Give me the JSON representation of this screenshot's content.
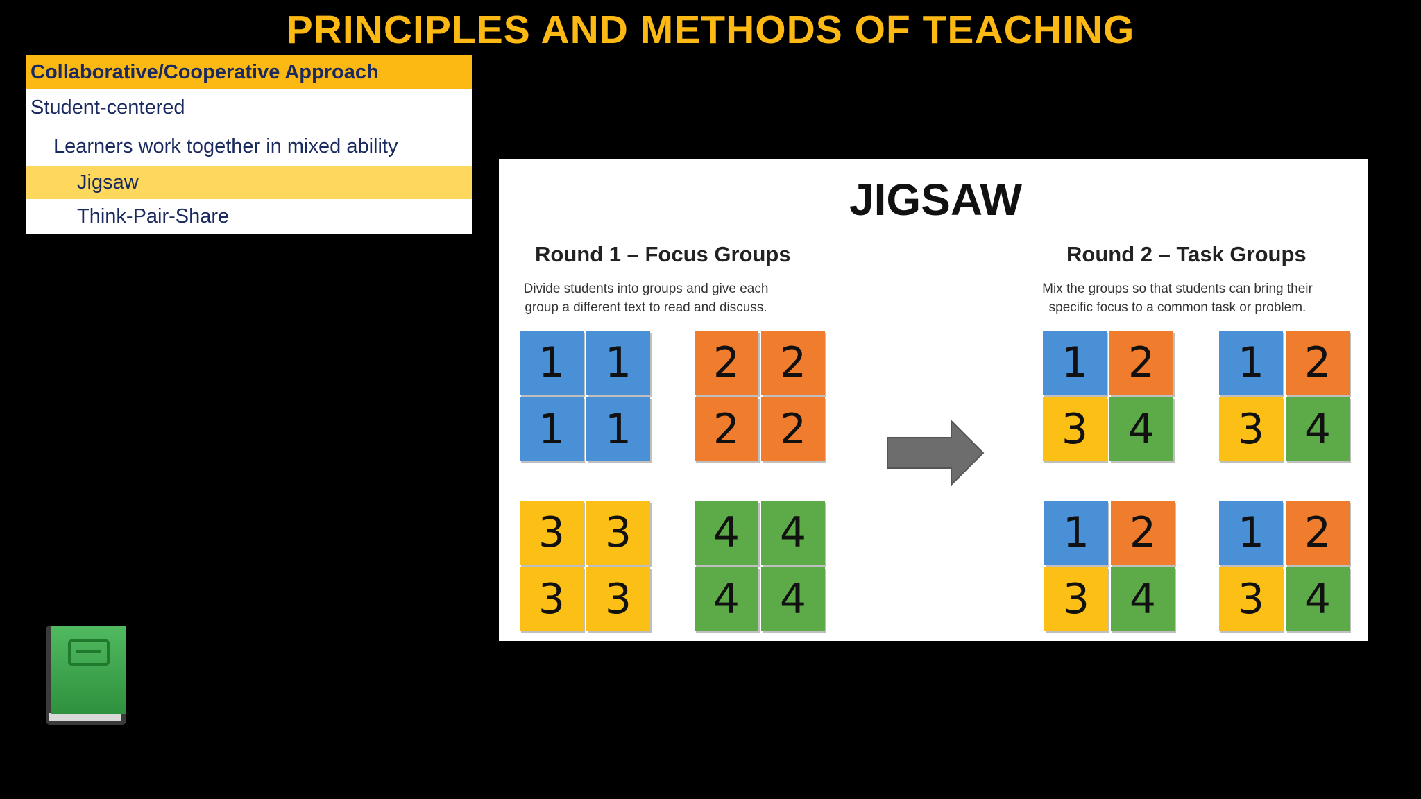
{
  "slide": {
    "title": "PRINCIPLES AND METHODS OF TEACHING"
  },
  "outline": {
    "header": "Collaborative/Cooperative Approach",
    "level1": "Student-centered",
    "level2": "Learners work together in mixed ability",
    "item_jigsaw": "Jigsaw",
    "item_think": "Think-Pair-Share"
  },
  "diagram": {
    "title": "JIGSAW",
    "round1": {
      "heading": "Round 1 – Focus Groups",
      "desc_line1": "Divide students into groups and give each",
      "desc_line2": "group a different text to read and discuss."
    },
    "round2": {
      "heading": "Round 2 – Task Groups",
      "desc_line1": "Mix the groups so that students can bring their",
      "desc_line2": "specific focus to a common task or problem."
    },
    "focus_groups": [
      [
        "1",
        "1",
        "1",
        "1"
      ],
      [
        "2",
        "2",
        "2",
        "2"
      ],
      [
        "3",
        "3",
        "3",
        "3"
      ],
      [
        "4",
        "4",
        "4",
        "4"
      ]
    ],
    "task_groups": [
      [
        "1",
        "2",
        "3",
        "4"
      ],
      [
        "1",
        "2",
        "3",
        "4"
      ],
      [
        "1",
        "2",
        "3",
        "4"
      ],
      [
        "1",
        "2",
        "3",
        "4"
      ]
    ],
    "colors": {
      "1": "#4a90d6",
      "2": "#f07c2e",
      "3": "#fbbf15",
      "4": "#5daa48"
    }
  },
  "icons": {
    "book": "book-icon"
  },
  "accent": "#fcb813"
}
